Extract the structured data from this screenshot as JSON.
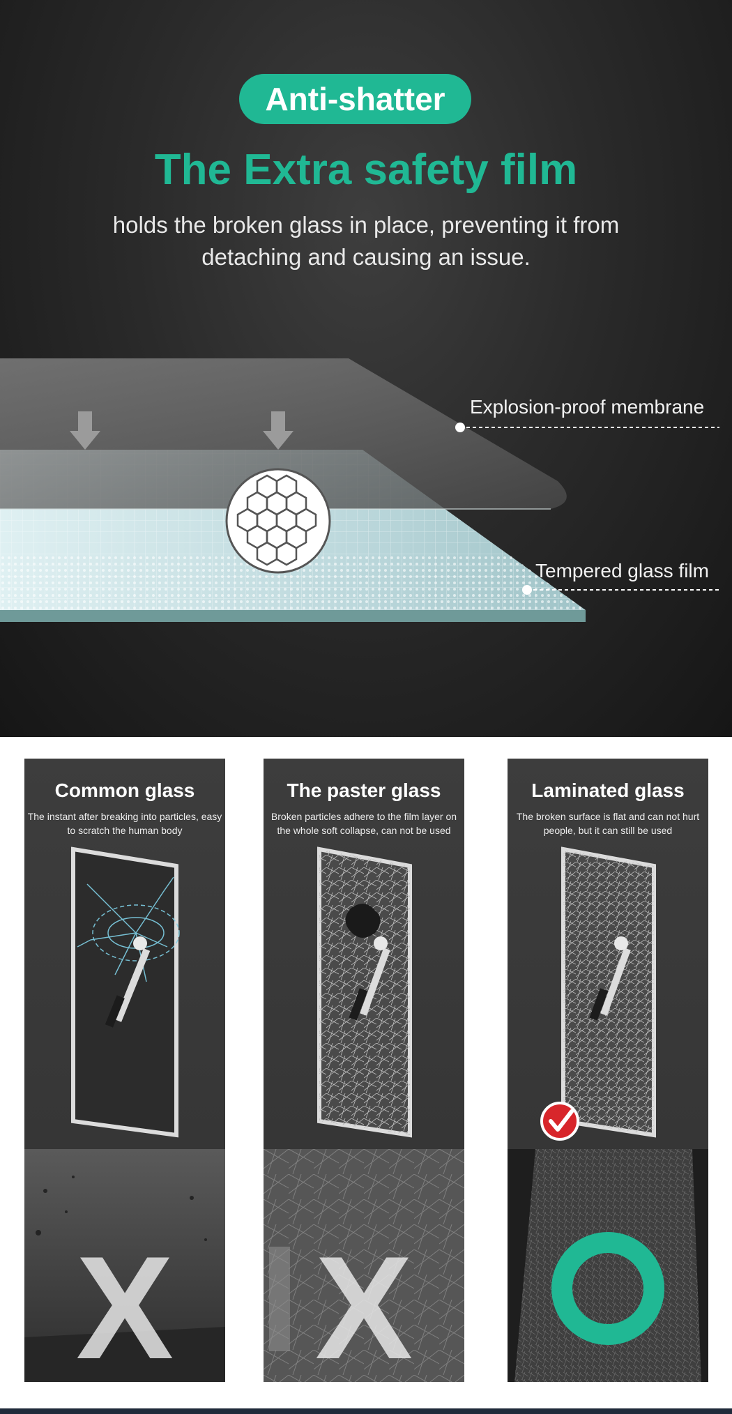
{
  "hero": {
    "badge": "Anti-shatter",
    "headline": "The Extra safety film",
    "subline": "holds the broken glass in place, preventing it from detaching and causing an issue.",
    "labels": {
      "membrane": "Explosion-proof membrane",
      "tempered": "Tempered glass film"
    }
  },
  "colors": {
    "accent": "#20b894",
    "dark_bg": "#2a2a2a",
    "panel_bg": "#3b3b3b",
    "check_red": "#d8262b"
  },
  "panels": [
    {
      "title": "Common glass",
      "description": "The instant after breaking into particles, easy to scratch the human body",
      "verdict_icon": "cross-icon"
    },
    {
      "title": "The paster glass",
      "description": "Broken particles adhere to the film layer on the whole soft collapse, can not be used",
      "verdict_icon": "cross-icon"
    },
    {
      "title": "Laminated glass",
      "description": "The broken surface is flat and can not hurt people, but it can still be used",
      "verdict_icon": "circle-ok-icon",
      "check_badge": "check-badge-icon"
    }
  ]
}
